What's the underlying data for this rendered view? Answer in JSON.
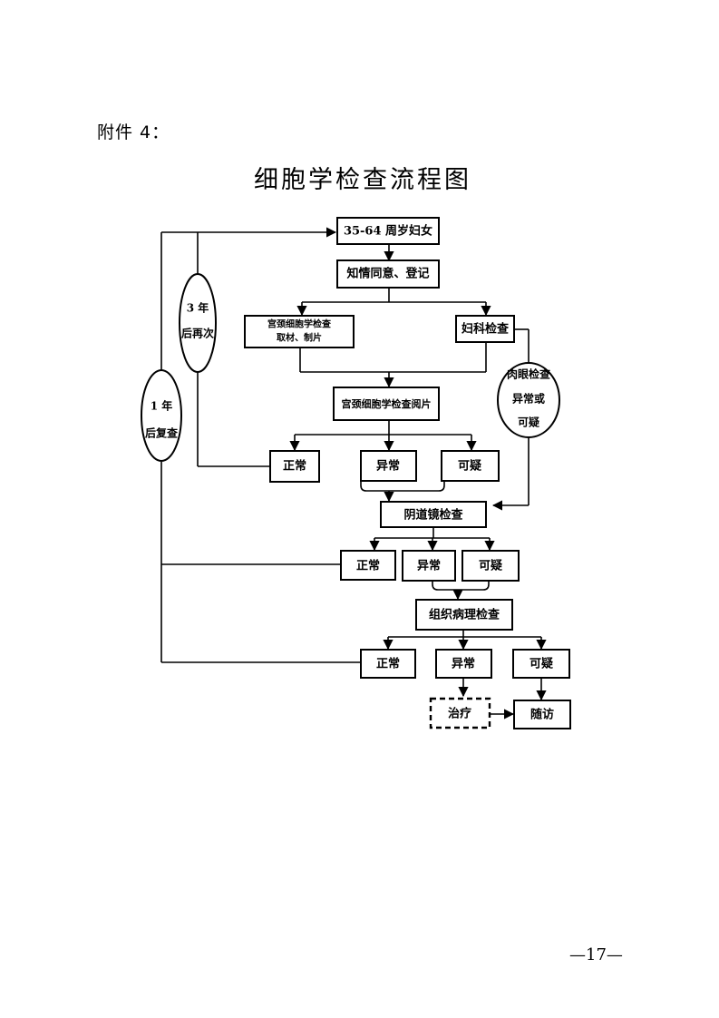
{
  "header": {
    "attachment": "附件 4："
  },
  "diagram": {
    "title": "细胞学检查流程图",
    "nodes": {
      "women": "35-64 周岁妇女",
      "consent": "知情同意、登记",
      "cyto_sampling_1": "宫颈细胞学检查",
      "cyto_sampling_2": "取材、制片",
      "gyn_exam": "妇科检查",
      "cyto_reading": "宫颈细胞学检查阅片",
      "cyto_normal": "正常",
      "cyto_abnormal": "异常",
      "cyto_suspicious": "可疑",
      "colposcopy": "阴道镜检查",
      "colpo_normal": "正常",
      "colpo_abnormal": "异常",
      "colpo_suspicious": "可疑",
      "histo": "组织病理检查",
      "histo_normal": "正常",
      "histo_abnormal": "异常",
      "histo_suspicious": "可疑",
      "treatment": "治疗",
      "follow_up": "随访"
    },
    "ovals": {
      "three_year_1": "3 年",
      "three_year_2": "后再次",
      "one_year_1": "1 年",
      "one_year_2": "后复查",
      "visible_1": "肉眼检查",
      "visible_2": "异常或",
      "visible_3": "可疑"
    }
  },
  "footer": {
    "page_number": "—17—"
  }
}
